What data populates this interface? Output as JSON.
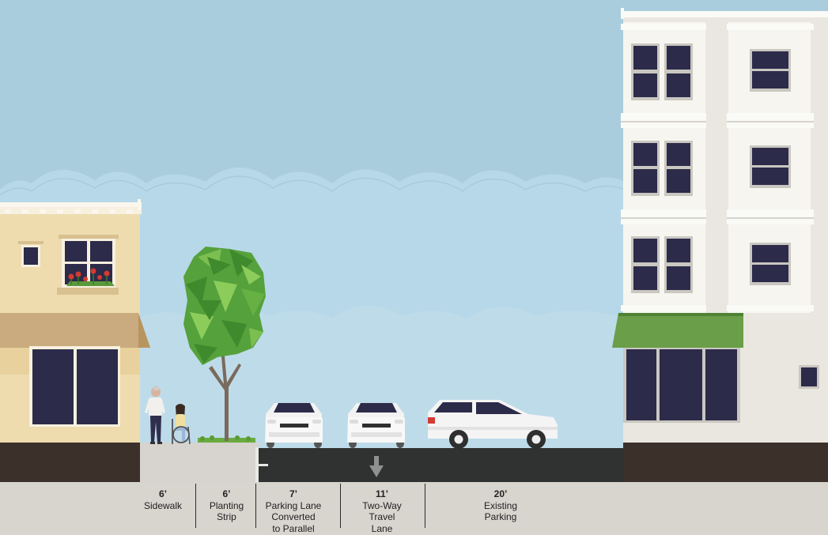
{
  "segments": [
    {
      "width": "6’",
      "name": "Sidewalk"
    },
    {
      "width": "6’",
      "name": "Planting\nStrip"
    },
    {
      "width": "7’",
      "name": "Parking Lane\nConverted\nto Parallel"
    },
    {
      "width": "11’",
      "name": "Two-Way\nTravel\nLane"
    },
    {
      "width": "20’",
      "name": "Existing\nParking"
    }
  ],
  "colors": {
    "sky": "#a9cddd",
    "cloud": "#b7d8e8",
    "asphalt": "#2f3230",
    "sidewalk": "#d7d3ce",
    "ground": "#d8d4ce",
    "left_building": "#eedcaf",
    "right_building": "#f4f2ec",
    "awning_green": "#6a9e49",
    "awning_tan": "#c9ab7f",
    "window": "#2c2b4a",
    "tree": "#55a13c"
  },
  "icons": [
    "pedestrian-icon",
    "wheelchair-user-icon",
    "tree-icon",
    "parked-car-icon",
    "suv-icon",
    "direction-arrow-icon"
  ]
}
